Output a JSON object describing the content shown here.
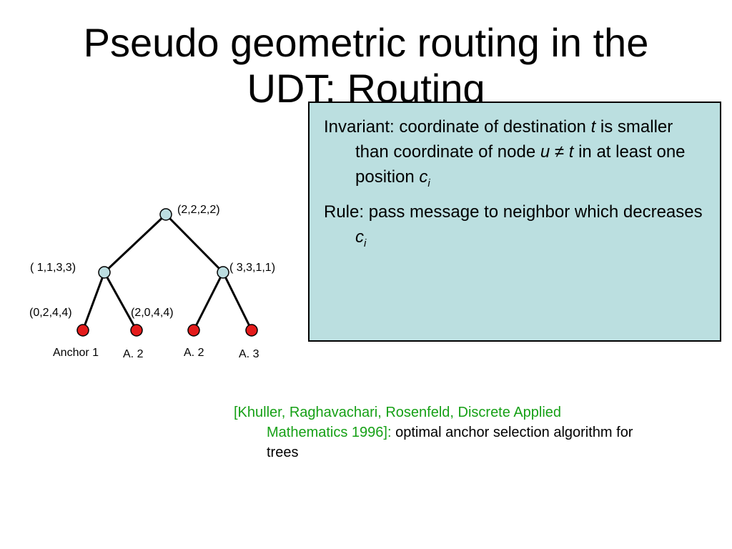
{
  "slide": {
    "title_line1": "Pseudo geometric routing in the",
    "title_line2": "UDT: Routing"
  },
  "infobox": {
    "invariant": {
      "t1": "Invariant: coordinate of destination ",
      "t_var": "t",
      "t2": " is smaller than coordinate of node ",
      "u_var": "u",
      "neq": " ≠ ",
      "t_var2": "t",
      "t3": " in at least one position ",
      "c_var": "c",
      "i_sub": "i"
    },
    "rule": {
      "t1": "Rule: pass message to neighbor which decreases ",
      "c_var": "c",
      "i_sub": "i"
    }
  },
  "tree": {
    "root_label": "(2,2,2,2)",
    "left_label": "( 1,1,3,3)",
    "right_label": "( 3,3,1,1)",
    "ll_label": "(0,2,4,4)",
    "lr_label": "(2,0,4,4)",
    "anchor_labels": [
      "Anchor 1",
      "A. 2",
      "A. 2",
      "A. 3"
    ],
    "colors": {
      "inner_node": "#bcdde0",
      "anchor_node": "#e41b1b"
    }
  },
  "citation": {
    "ref": "[Khuller, Raghavachari, Rosenfeld, Discrete Applied Mathematics 1996]:",
    "text": " optimal anchor selection algorithm for trees",
    "ref_color": "#16a016"
  }
}
